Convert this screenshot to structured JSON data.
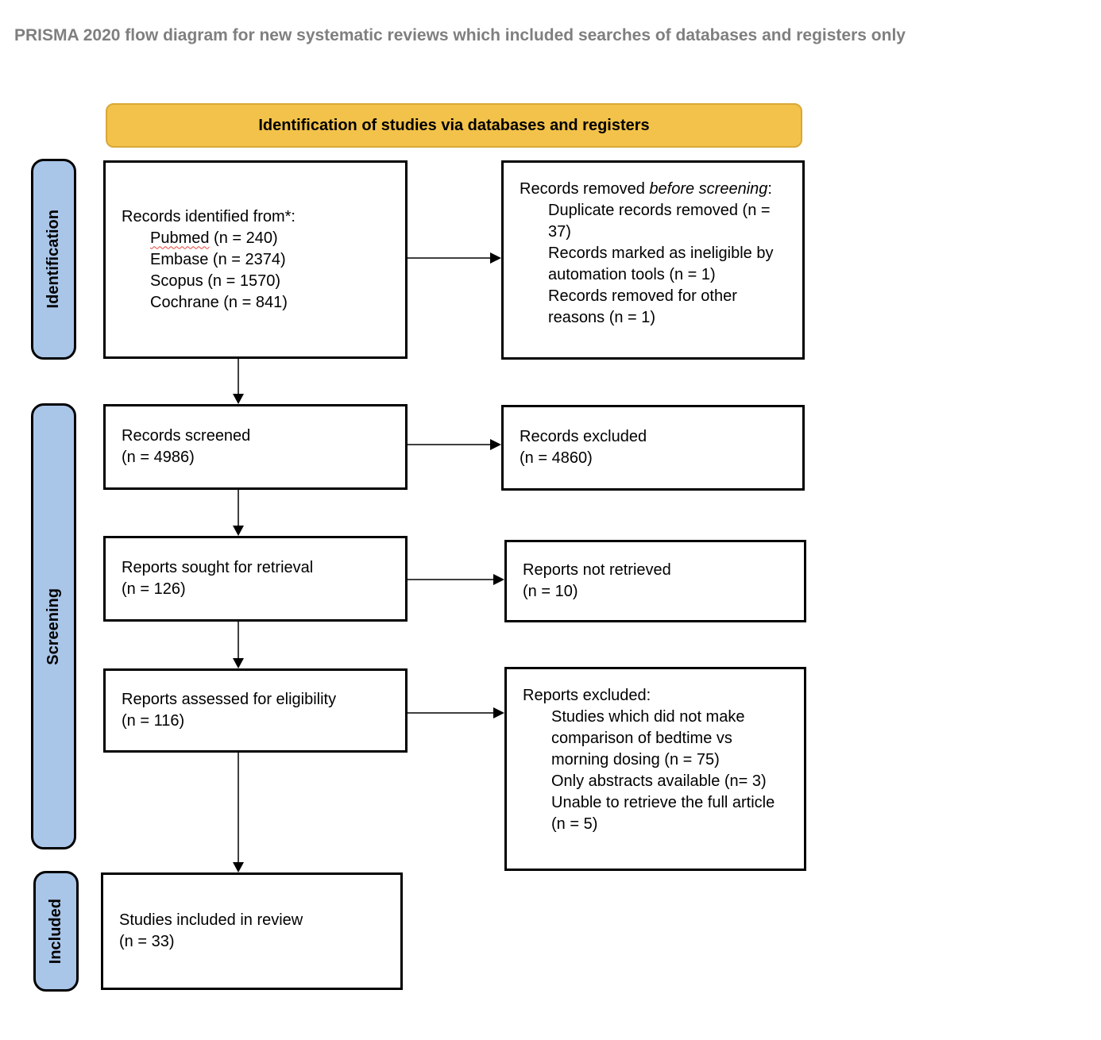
{
  "page_title": "PRISMA 2020 flow diagram for new systematic reviews which included searches of databases and registers only",
  "banner": {
    "label": "Identification of studies via databases and registers"
  },
  "stages": {
    "identification": "Identification",
    "screening": "Screening",
    "included": "Included"
  },
  "colors": {
    "banner_fill": "#F3C24A",
    "banner_border": "#D8A938",
    "stage_fill": "#A9C5E8",
    "box_border": "#000000",
    "title_text": "#7F7F7F",
    "spellcheck_underline": "#E8443A"
  },
  "boxes": {
    "records_identified": {
      "heading": "Records identified from*:",
      "sources": [
        {
          "name": "Pubmed",
          "suffix": " (n = 240)"
        },
        {
          "name": "Embase",
          "suffix": " (n = 2374)"
        },
        {
          "name": "Scopus",
          "suffix": " (n = 1570)"
        },
        {
          "name": "Cochrane",
          "suffix": " (n = 841)"
        }
      ]
    },
    "records_removed": {
      "heading_prefix": "Records removed ",
      "heading_italic": "before screening",
      "heading_suffix": ":",
      "reasons": [
        "Duplicate records removed (n = 37)",
        "Records marked as ineligible by automation tools (n = 1)",
        "Records removed for other reasons (n = 1)"
      ]
    },
    "records_screened": {
      "line1": "Records screened",
      "line2": "(n = 4986)"
    },
    "records_excluded": {
      "line1": "Records excluded",
      "line2": "(n = 4860)"
    },
    "reports_sought": {
      "line1": "Reports sought for retrieval",
      "line2": "(n = 126)"
    },
    "reports_not_retrieved": {
      "line1": "Reports not retrieved",
      "line2": "(n = 10)"
    },
    "reports_assessed": {
      "line1": "Reports assessed for eligibility",
      "line2": "(n = 116)"
    },
    "reports_excluded": {
      "heading": "Reports excluded:",
      "reasons": [
        "Studies which did not make comparison of bedtime vs morning dosing (n = 75)",
        "Only abstracts available (n= 3)",
        "Unable to retrieve the full article (n = 5)"
      ]
    },
    "studies_included": {
      "line1": "Studies included in review",
      "line2": "(n = 33)"
    }
  }
}
